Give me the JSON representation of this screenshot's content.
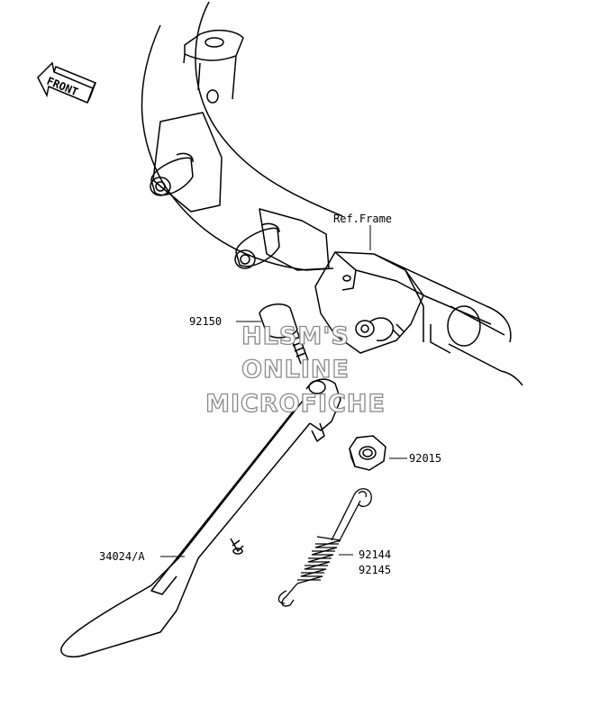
{
  "diagram": {
    "front_label": "FRONT",
    "watermark": {
      "line1": "HLSM'S",
      "line2": "ONLINE",
      "line3": "MICROFICHE",
      "color": "#888888"
    },
    "callouts": [
      {
        "id": "ref-frame",
        "text": "Ref.Frame"
      },
      {
        "id": "92150",
        "text": "92150"
      },
      {
        "id": "92015",
        "text": "92015"
      },
      {
        "id": "92144",
        "text": "92144"
      },
      {
        "id": "92145",
        "text": "92145"
      },
      {
        "id": "34024a",
        "text": "34024/A"
      }
    ]
  }
}
